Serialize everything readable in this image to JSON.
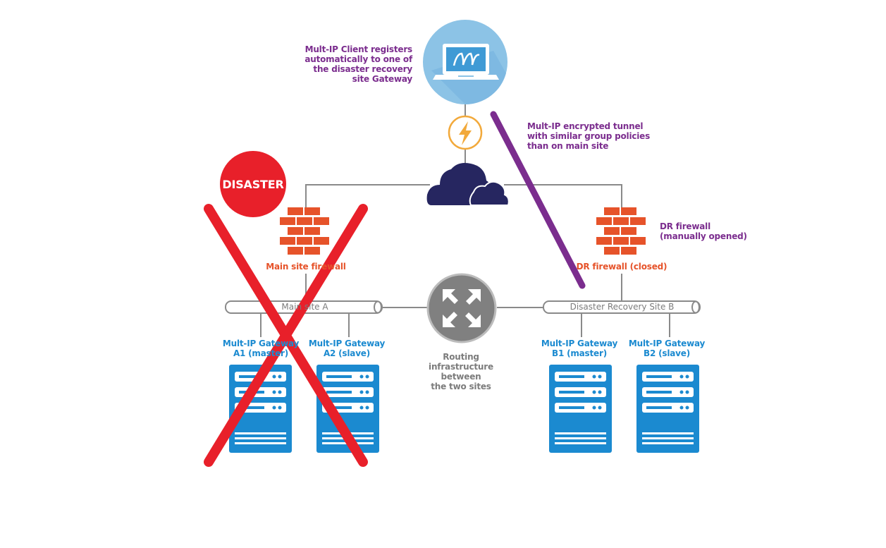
{
  "client": {
    "note": "Mult-IP Client registers automatically to one of the disaster recovery site Gateway",
    "note_lines": [
      "Mult-IP Client registers",
      "automatically to one of",
      "the disaster recovery",
      "site Gateway"
    ]
  },
  "tunnel": {
    "note_lines": [
      "Mult-IP encrypted tunnel",
      "with similar group policies",
      "than on main site"
    ]
  },
  "disaster": {
    "label": "DISASTER"
  },
  "main_site": {
    "firewall_label": "Main site firewall",
    "pipe_label": "Main site A",
    "gateways": [
      {
        "line1": "Mult-IP Gateway",
        "line2": "A1 (master)"
      },
      {
        "line1": "Mult-IP Gateway",
        "line2": "A2 (slave)"
      }
    ]
  },
  "dr_site": {
    "firewall_label": "DR firewall (closed)",
    "firewall_note_lines": [
      "DR firewall",
      "(manually opened)"
    ],
    "pipe_label": "Disaster Recovery Site B",
    "gateways": [
      {
        "line1": "Mult-IP Gateway",
        "line2": "B1 (master)"
      },
      {
        "line1": "Mult-IP Gateway",
        "line2": "B2 (slave)"
      }
    ]
  },
  "routing": {
    "label_lines": [
      "Routing",
      "infrastructure between",
      "the two sites"
    ]
  },
  "colors": {
    "purple": "#7b2d8e",
    "orange": "#e6532a",
    "blue": "#1b8ad0",
    "red": "#e8202a",
    "navy": "#262660",
    "gray": "#7c7c7c",
    "light_blue": "#8cc3e6"
  },
  "icons": [
    "laptop-icon",
    "lightning-icon",
    "cloud-icon",
    "firewall-icon",
    "router-icon",
    "server-icon"
  ]
}
